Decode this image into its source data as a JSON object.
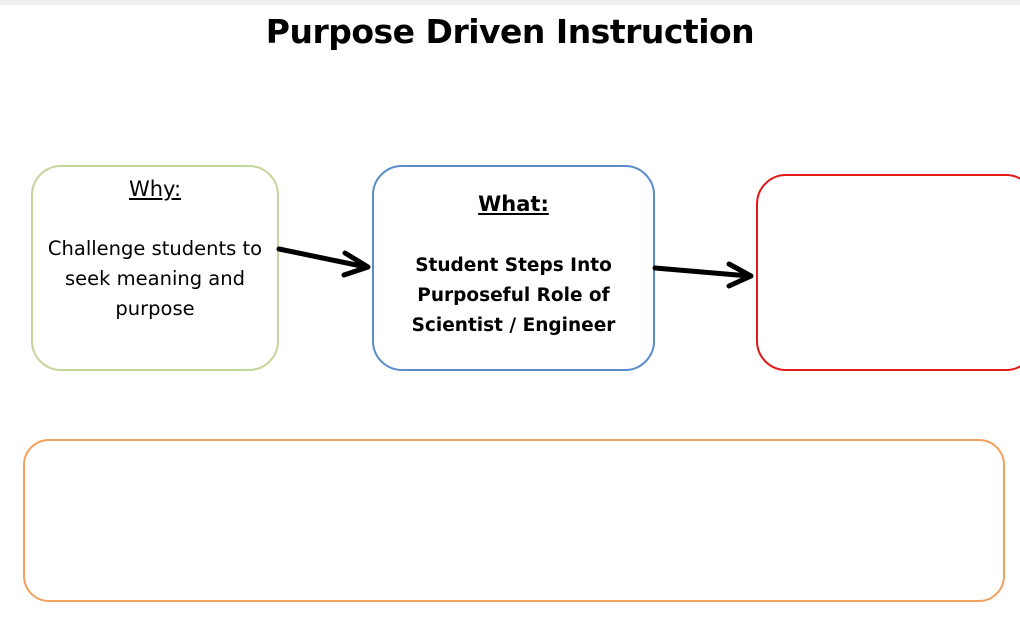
{
  "title": "Purpose Driven Instruction",
  "colors": {
    "why_border": "#c3d69b",
    "what_border": "#5b8ccb",
    "red_border": "#e31a1a",
    "orange_border": "#f2a05a",
    "arrow": "#000000"
  },
  "nodes": {
    "why": {
      "heading": "Why:",
      "body": "Challenge students to seek meaning and purpose"
    },
    "what": {
      "heading": "What:",
      "body": "Student Steps Into Purposeful Role of Scientist / Engineer"
    },
    "third": {
      "heading": "",
      "body": ""
    },
    "bottom": {
      "body": ""
    }
  },
  "edges": [
    {
      "from": "why",
      "to": "what"
    },
    {
      "from": "what",
      "to": "third"
    }
  ]
}
